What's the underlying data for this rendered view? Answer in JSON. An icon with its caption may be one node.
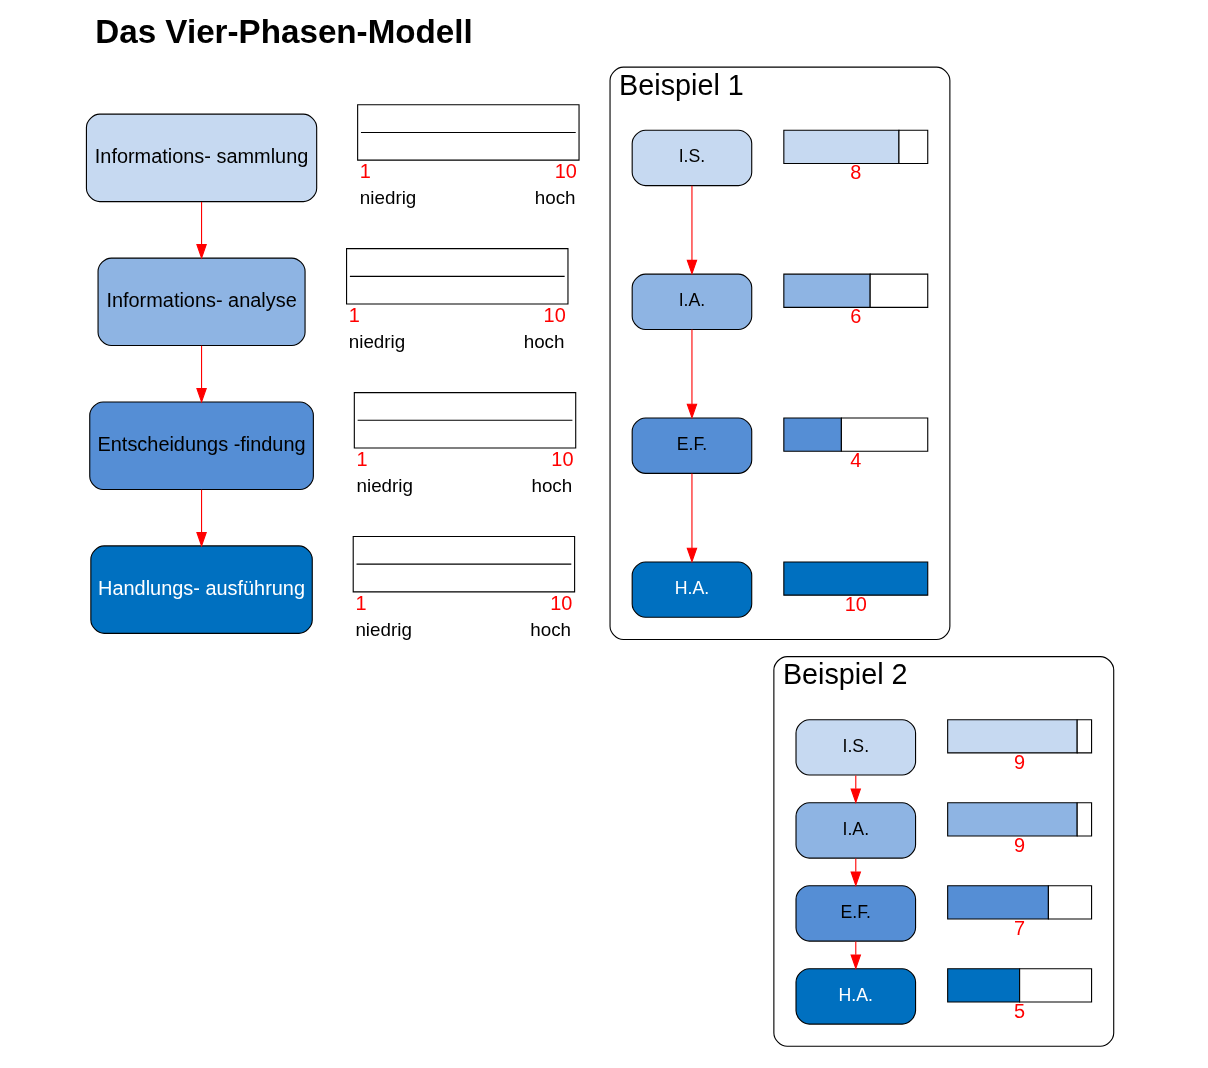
{
  "diagram": {
    "title": "Das Vier-Phasen-Modell",
    "nodes": [
      {
        "text": [
          "Informations- sammlung"
        ]
      },
      {
        "text": [
          "Informations- analyse"
        ]
      },
      {
        "text": [
          "Entscheidungs -findung"
        ]
      },
      {
        "text": [
          "Handlungs- ausführung"
        ]
      },
      {
        "text": [
          "Beispiel 1"
        ]
      },
      {
        "text": [
          "I.S."
        ],
        "in": 4
      },
      {
        "text": [],
        "shape": "bar",
        "in": 4,
        "beside": [
          "8"
        ]
      },
      {
        "text": [
          "I.A."
        ],
        "in": 4
      },
      {
        "text": [],
        "shape": "bar",
        "in": 4,
        "beside": [
          "6"
        ]
      },
      {
        "text": [
          "E.F."
        ],
        "in": 4
      },
      {
        "text": [],
        "shape": "bar",
        "in": 4,
        "beside": [
          "4"
        ]
      },
      {
        "text": [
          "H.A."
        ],
        "in": 4
      },
      {
        "text": [],
        "shape": "bar",
        "in": 4,
        "beside": [
          "10"
        ]
      },
      {
        "text": [
          "Beispiel 2"
        ]
      },
      {
        "text": [
          "I.S."
        ],
        "in": 13
      },
      {
        "text": [],
        "shape": "bar",
        "in": 13,
        "beside": [
          "9"
        ]
      },
      {
        "text": [
          "I.A."
        ],
        "in": 13
      },
      {
        "text": [],
        "shape": "bar",
        "in": 13,
        "beside": [
          "9"
        ]
      },
      {
        "text": [
          "E.F."
        ],
        "in": 13
      },
      {
        "text": [],
        "shape": "bar",
        "in": 13,
        "beside": [
          "7"
        ]
      },
      {
        "text": [
          "H.A."
        ],
        "in": 13
      },
      {
        "text": [],
        "shape": "bar",
        "in": 13,
        "beside": [
          "5"
        ]
      }
    ],
    "edges": [
      {
        "from": 0,
        "to": 1,
        "arrow": "to",
        "color": "#ff0000"
      },
      {
        "from": 1,
        "to": 2,
        "arrow": "to",
        "color": "#ff0000"
      },
      {
        "from": 2,
        "to": 3,
        "arrow": "to",
        "color": "#ff0000"
      },
      {
        "from": 5,
        "to": 7,
        "arrow": "to",
        "color": "#ff0000"
      },
      {
        "from": 7,
        "to": 9,
        "arrow": "to",
        "color": "#ff0000"
      },
      {
        "from": 9,
        "to": 11,
        "arrow": "to",
        "color": "#ff0000"
      },
      {
        "from": 14,
        "to": 16,
        "arrow": "to",
        "color": "#ff0000"
      },
      {
        "from": 16,
        "to": 18,
        "arrow": "to",
        "color": "#ff0000"
      },
      {
        "from": 18,
        "to": 20,
        "arrow": "to",
        "color": "#ff0000"
      }
    ],
    "labels": [
      "1",
      "10",
      "niedrig",
      "hoch",
      "1",
      "10",
      "niedrig",
      "hoch",
      "1",
      "10",
      "niedrig",
      "hoch",
      "1",
      "10",
      "niedrig",
      "hoch"
    ]
  }
}
